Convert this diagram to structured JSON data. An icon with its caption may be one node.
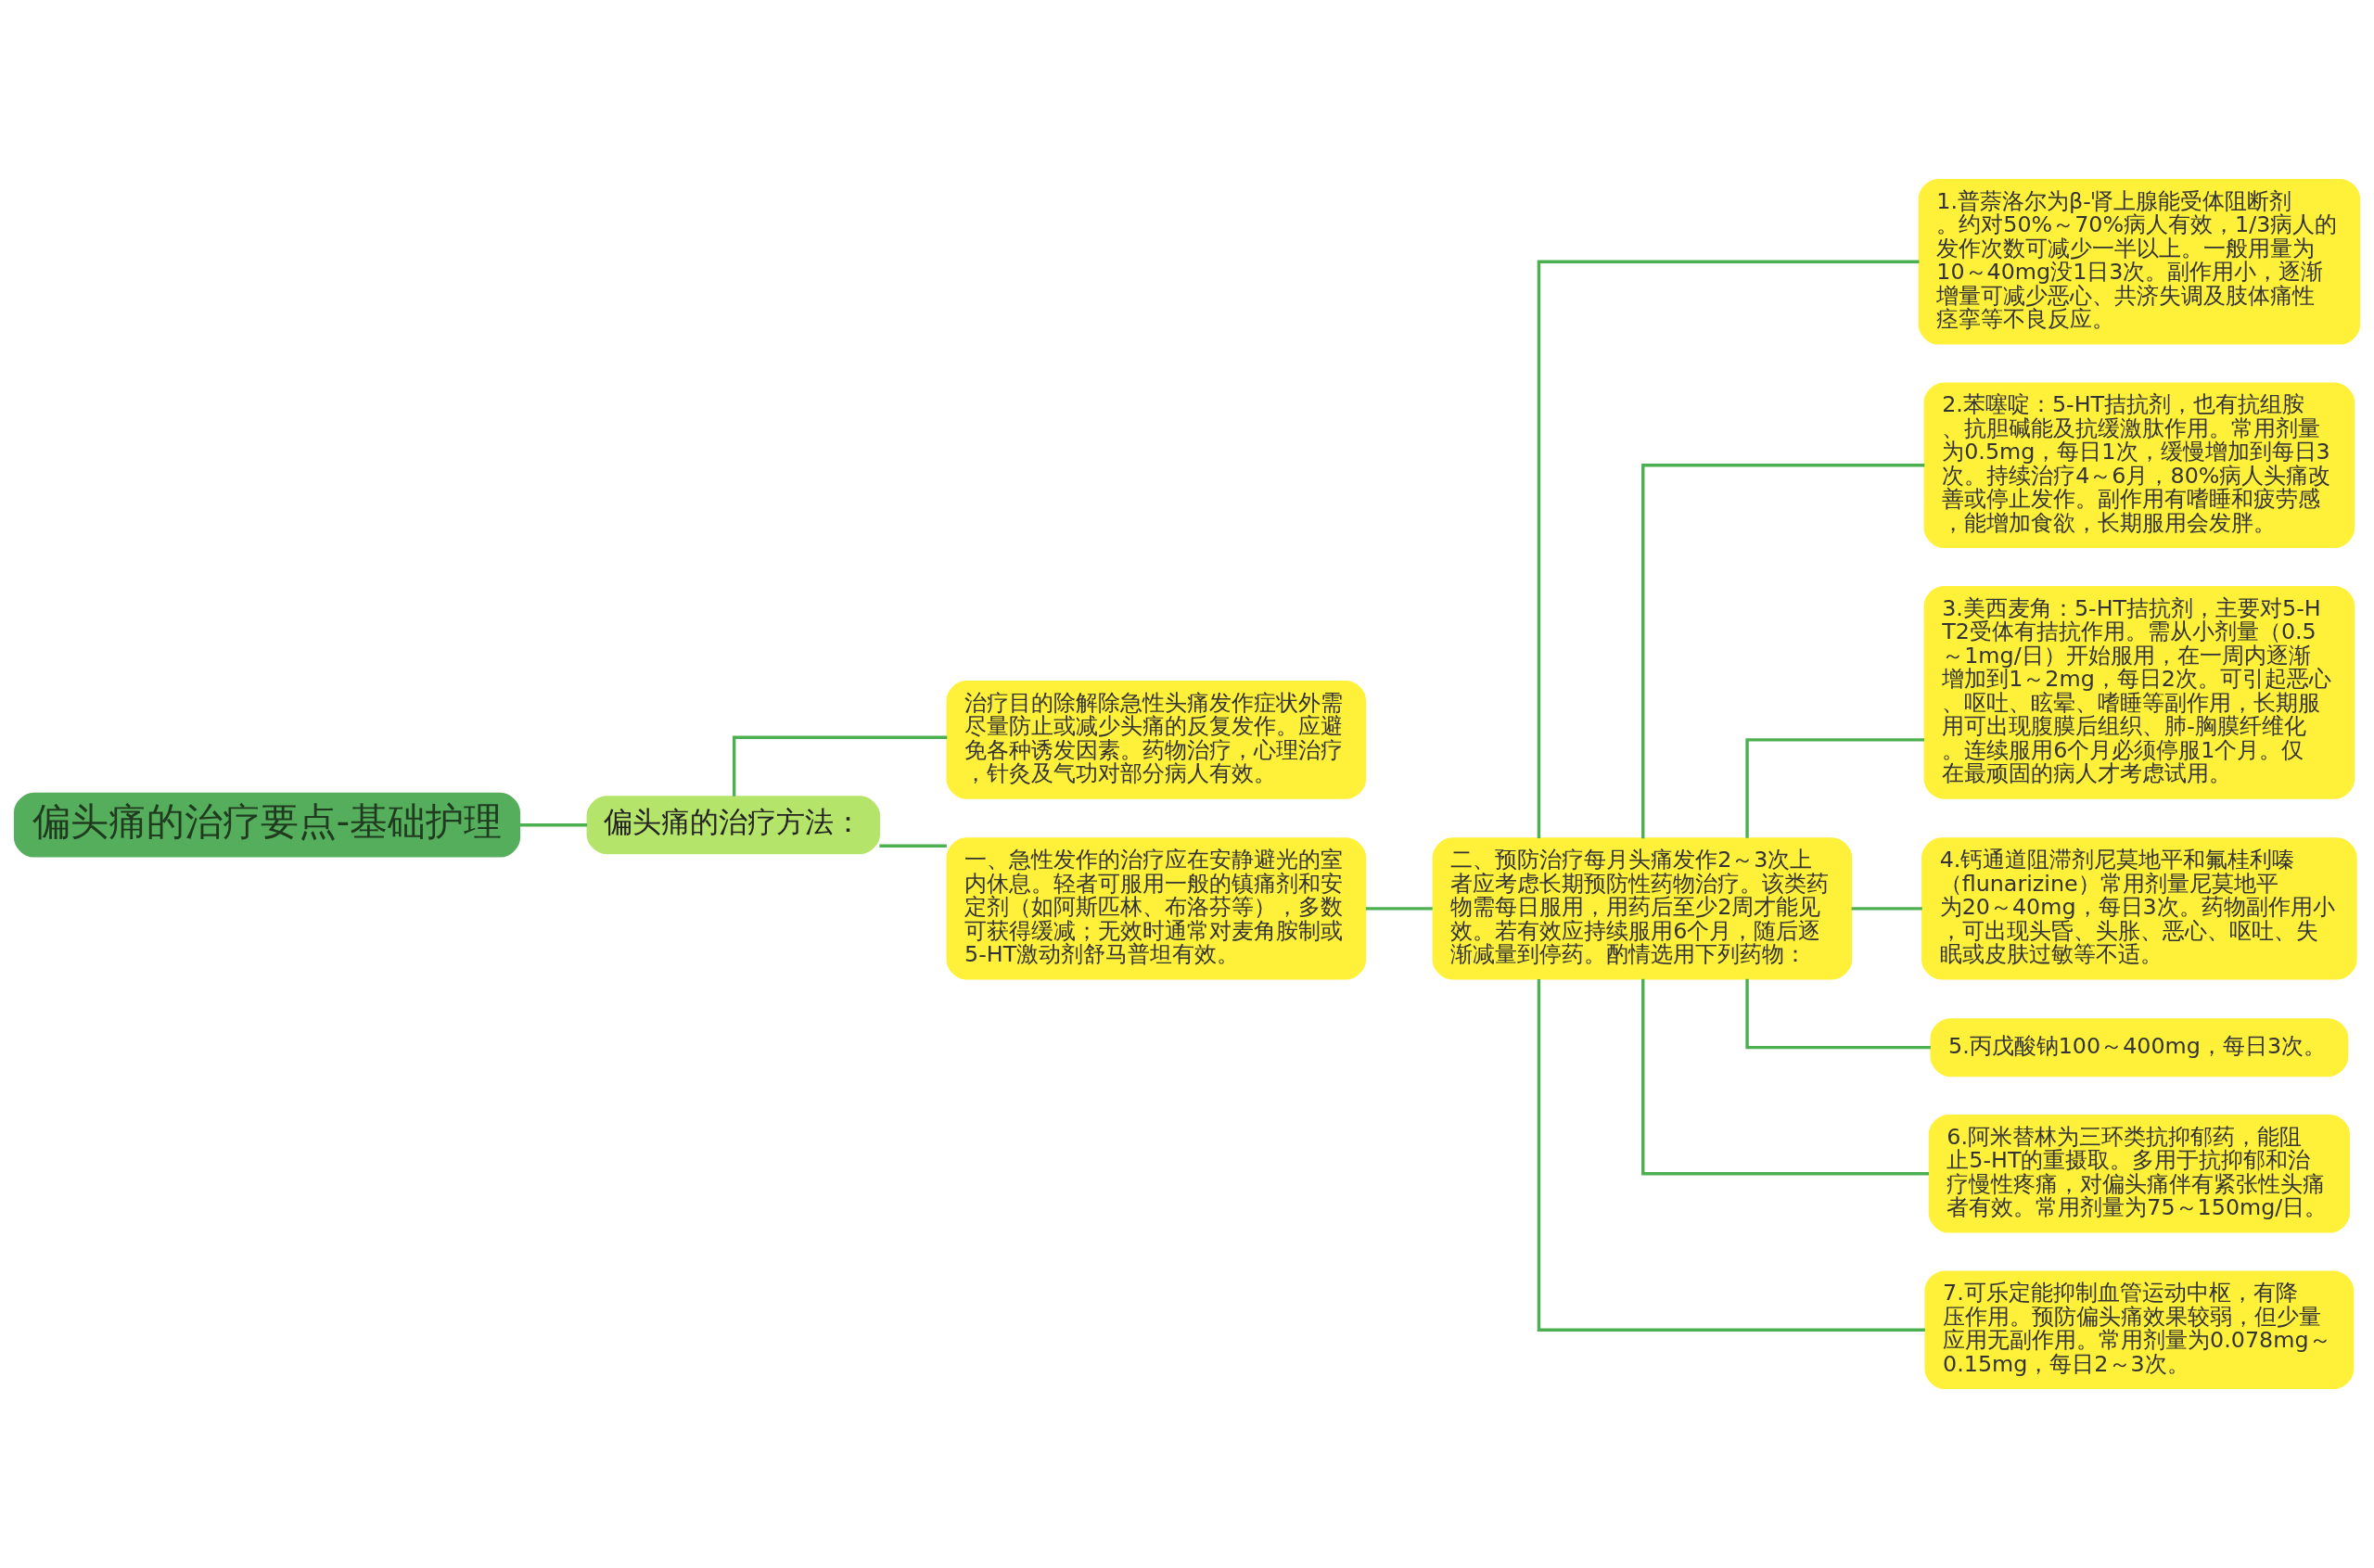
{
  "diagram": {
    "nodes": [
      {
        "text": [
          "偏头痛的治疗要点-基础护理"
        ]
      },
      {
        "text": [
          "偏头痛的治疗方法："
        ]
      },
      {
        "text": [
          "治疗目的除解除急性头痛发作症状外需尽量防止或减少头痛的反复发作。应避免各种诱发因素。药物治疗，心理治疗，针灸及气功对部分病人有效。"
        ]
      },
      {
        "text": [
          "一、急性发作的治疗应在安静避光的室内休息。轻者可服用一般的镇痛剂和安定剂（如阿斯匹林、布洛芬等），多数可获得缓减；无效时通常对麦角胺制或5-HT激动剂舒马普坦有效。"
        ]
      },
      {
        "text": [
          "二、预防治疗每月头痛发作2～3次上者应考虑长期预防性药物治疗。该类药物需每日服用，用药后至少2周才能见效。若有效应持续服用6个月，随后逐渐减量到停药。酌情选用下列药物："
        ]
      },
      {
        "text": [
          "1.普萘洛尔为β-肾上腺能受体阻断剂。约对50%～70%病人有效，1/3病人的发作次数可减少一半以上。一般用量为10～40mg没1日3次。副作用小，逐渐增量可减少恶心、共济失调及肢体痛性痉挛等不良反应。"
        ]
      },
      {
        "text": [
          "2.苯噻啶：5-HT拮抗剂，也有抗组胺、抗胆碱能及抗缓激肽作用。常用剂量为0.5mg，每日1次，缓慢增加到每日3次。持续治疗4～6月，80%病人头痛改善或停止发作。副作用有嗜睡和疲劳感，能增加食欲，长期服用会发胖。"
        ]
      },
      {
        "text": [
          "3.美西麦角：5-HT拮抗剂，主要对5-HT2受体有拮抗作用。需从小剂量（0.5～1mg/日）开始服用，在一周内逐渐增加到1～2mg，每日2次。可引起恶心、呕吐、眩晕、嗜睡等副作用，长期服用可出现腹膜后组织、肺-胸膜纤维化。连续服用6个月必须停服1个月。仅在最顽固的病人才考虑试用。"
        ]
      },
      {
        "text": [
          "4.钙通道阻滞剂尼莫地平和氟桂利嗪（flunarizine）常用剂量尼莫地平为20～40mg，每日3次。药物副作用小，可出现头昏、头胀、恶心、呕吐、失眠或皮肤过敏等不适。"
        ]
      },
      {
        "text": [
          "5.丙戊酸钠100～400mg，每日3次。"
        ]
      },
      {
        "text": [
          "6.阿米替林为三环类抗抑郁药，能阻止5-HT的重摄取。多用于抗抑郁和治疗慢性疼痛，对偏头痛伴有紧张性头痛者有效。常用剂量为75～150mg/日。"
        ]
      },
      {
        "text": [
          "7.可乐定能抑制血管运动中枢，有降压作用。预防偏头痛效果较弱，但少量应用无副作用。常用剂量为0.078mg～0.15mg，每日2～3次。"
        ]
      }
    ],
    "edges": [
      {
        "from": 0,
        "to": 1,
        "arrow": "none"
      },
      {
        "from": 1,
        "to": 2,
        "arrow": "none"
      },
      {
        "from": 1,
        "to": 3,
        "arrow": "none"
      },
      {
        "from": 3,
        "to": 4,
        "arrow": "none"
      },
      {
        "from": 4,
        "to": 5,
        "arrow": "none"
      },
      {
        "from": 4,
        "to": 6,
        "arrow": "none"
      },
      {
        "from": 4,
        "to": 7,
        "arrow": "none"
      },
      {
        "from": 4,
        "to": 8,
        "arrow": "none"
      },
      {
        "from": 4,
        "to": 9,
        "arrow": "none"
      },
      {
        "from": 4,
        "to": 10,
        "arrow": "none"
      },
      {
        "from": 4,
        "to": 11,
        "arrow": "none"
      }
    ]
  }
}
